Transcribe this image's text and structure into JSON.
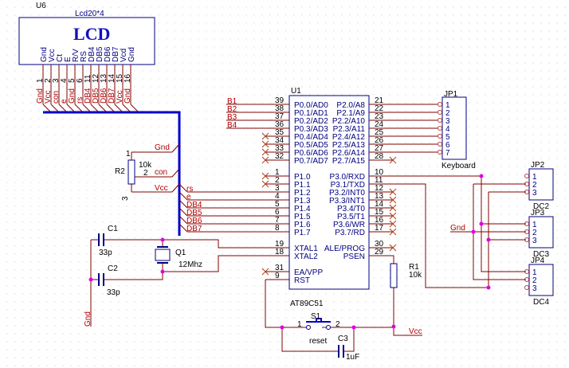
{
  "lcd": {
    "ref": "U6",
    "part": "Lcd20*4",
    "title": "LCD",
    "pin_names": [
      "Gnd",
      "Vcc",
      "Ct",
      "E",
      "R/V",
      "RS",
      "DB4",
      "DB5",
      "DB6",
      "DB7",
      "Vcd",
      "Gnd"
    ],
    "pin_numbers": [
      "1",
      "2",
      "3",
      "4",
      "5",
      "6",
      "11",
      "12",
      "13",
      "14",
      "15",
      "16"
    ],
    "net_labels": [
      "Gnd",
      "Vcc",
      "con",
      "e",
      "Gnd",
      "rs",
      "DB4",
      "DB5",
      "DB6",
      "DB7",
      "Vcc",
      "Gnd"
    ]
  },
  "r2": {
    "ref": "R2",
    "value": "10k",
    "pin1": "1",
    "pin2": "2",
    "pin3": "3",
    "nets": [
      "Gnd",
      "con",
      "Vcc"
    ]
  },
  "bus_right_labels": [
    "rs",
    "e",
    "DB4",
    "DB5",
    "DB6",
    "DB7"
  ],
  "u1": {
    "ref": "U1",
    "part": "AT89C51",
    "left_pins": [
      {
        "num": "39",
        "name": "P0.0/AD0",
        "net": "B1"
      },
      {
        "num": "38",
        "name": "P0.1/AD1",
        "net": "B2"
      },
      {
        "num": "37",
        "name": "P0.2/AD2",
        "net": "B3"
      },
      {
        "num": "36",
        "name": "P0.3/AD3",
        "net": "B4"
      },
      {
        "num": "35",
        "name": "P0.4/AD4",
        "net": ""
      },
      {
        "num": "34",
        "name": "P0.5/AD5",
        "net": ""
      },
      {
        "num": "33",
        "name": "P0.6/AD6",
        "net": ""
      },
      {
        "num": "32",
        "name": "P0.7/AD7",
        "net": ""
      },
      {
        "num": "1",
        "name": "P1.0",
        "net": ""
      },
      {
        "num": "2",
        "name": "P1.1",
        "net": ""
      },
      {
        "num": "3",
        "name": "P1.2",
        "net": "rs"
      },
      {
        "num": "4",
        "name": "P1.3",
        "net": "e"
      },
      {
        "num": "5",
        "name": "P1.4",
        "net": "DB4"
      },
      {
        "num": "6",
        "name": "P1.5",
        "net": "DB5"
      },
      {
        "num": "7",
        "name": "P1.6",
        "net": "DB6"
      },
      {
        "num": "8",
        "name": "P1.7",
        "net": "DB7"
      },
      {
        "num": "19",
        "name": "XTAL1",
        "net": ""
      },
      {
        "num": "18",
        "name": "XTAL2",
        "net": ""
      },
      {
        "num": "31",
        "name": "EA/VPP",
        "net": ""
      },
      {
        "num": "9",
        "name": "RST",
        "net": ""
      }
    ],
    "right_pins": [
      {
        "num": "21",
        "name": "P2.0/A8"
      },
      {
        "num": "22",
        "name": "P2.1/A9"
      },
      {
        "num": "23",
        "name": "P2.2/A10"
      },
      {
        "num": "24",
        "name": "P2.3/A11"
      },
      {
        "num": "25",
        "name": "P2.4/A12"
      },
      {
        "num": "26",
        "name": "P2.5/A13"
      },
      {
        "num": "27",
        "name": "P2.6/A14"
      },
      {
        "num": "28",
        "name": "P2.7/A15"
      },
      {
        "num": "10",
        "name": "P3.0/RXD"
      },
      {
        "num": "11",
        "name": "P3.1/TXD"
      },
      {
        "num": "12",
        "name": "P3.2/INT0"
      },
      {
        "num": "13",
        "name": "P3.3/INT1"
      },
      {
        "num": "14",
        "name": "P3.4/T0"
      },
      {
        "num": "15",
        "name": "P3.5/T1"
      },
      {
        "num": "16",
        "name": "P3.6/WR"
      },
      {
        "num": "17",
        "name": "P3.7/RD"
      },
      {
        "num": "30",
        "name": "ALE/PROG"
      },
      {
        "num": "29",
        "name": "PSEN"
      }
    ]
  },
  "jp1": {
    "ref": "JP1",
    "label": "Keyboard",
    "pins": [
      "1",
      "2",
      "3",
      "4",
      "5",
      "6",
      "7"
    ]
  },
  "jp2": {
    "ref": "JP2",
    "label": "DC2",
    "pins": [
      "1",
      "2",
      "3"
    ]
  },
  "jp3": {
    "ref": "JP3",
    "label": "DC3",
    "pins": [
      "1",
      "2",
      "3"
    ]
  },
  "jp4": {
    "ref": "JP4",
    "label": "DC4",
    "pins": [
      "1",
      "2",
      "3"
    ]
  },
  "gnd_dc": "Gnd",
  "c1": {
    "ref": "C1",
    "value": "33p"
  },
  "c2": {
    "ref": "C2",
    "value": "33p"
  },
  "q1": {
    "ref": "Q1",
    "value": "12Mhz"
  },
  "gnd_crystal": "Gnd",
  "r1": {
    "ref": "R1",
    "value": "10k"
  },
  "s1": {
    "ref": "S1",
    "label": "reset",
    "pin1": "1",
    "pin2": "2"
  },
  "c3": {
    "ref": "C3",
    "value": "1uF"
  },
  "vcc_reset": "Vcc"
}
